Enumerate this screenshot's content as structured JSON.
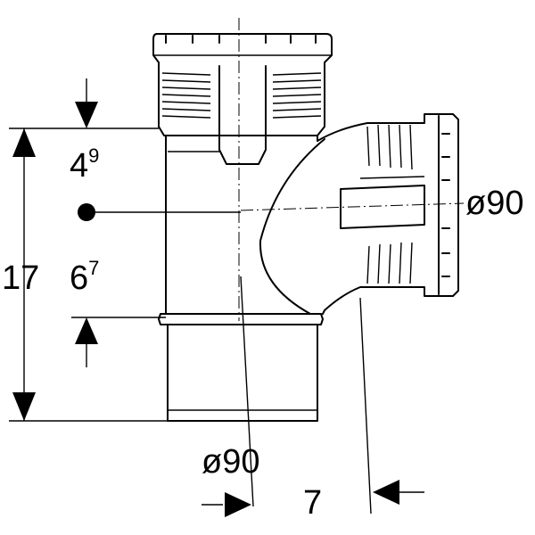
{
  "dimensions": {
    "overall_height": "17",
    "upper_part": {
      "base": "4",
      "exp": "9"
    },
    "lower_part": {
      "base": "6",
      "exp": "7"
    },
    "branch_diameter": "ø90",
    "main_diameter": "ø90",
    "branch_offset": "7"
  }
}
